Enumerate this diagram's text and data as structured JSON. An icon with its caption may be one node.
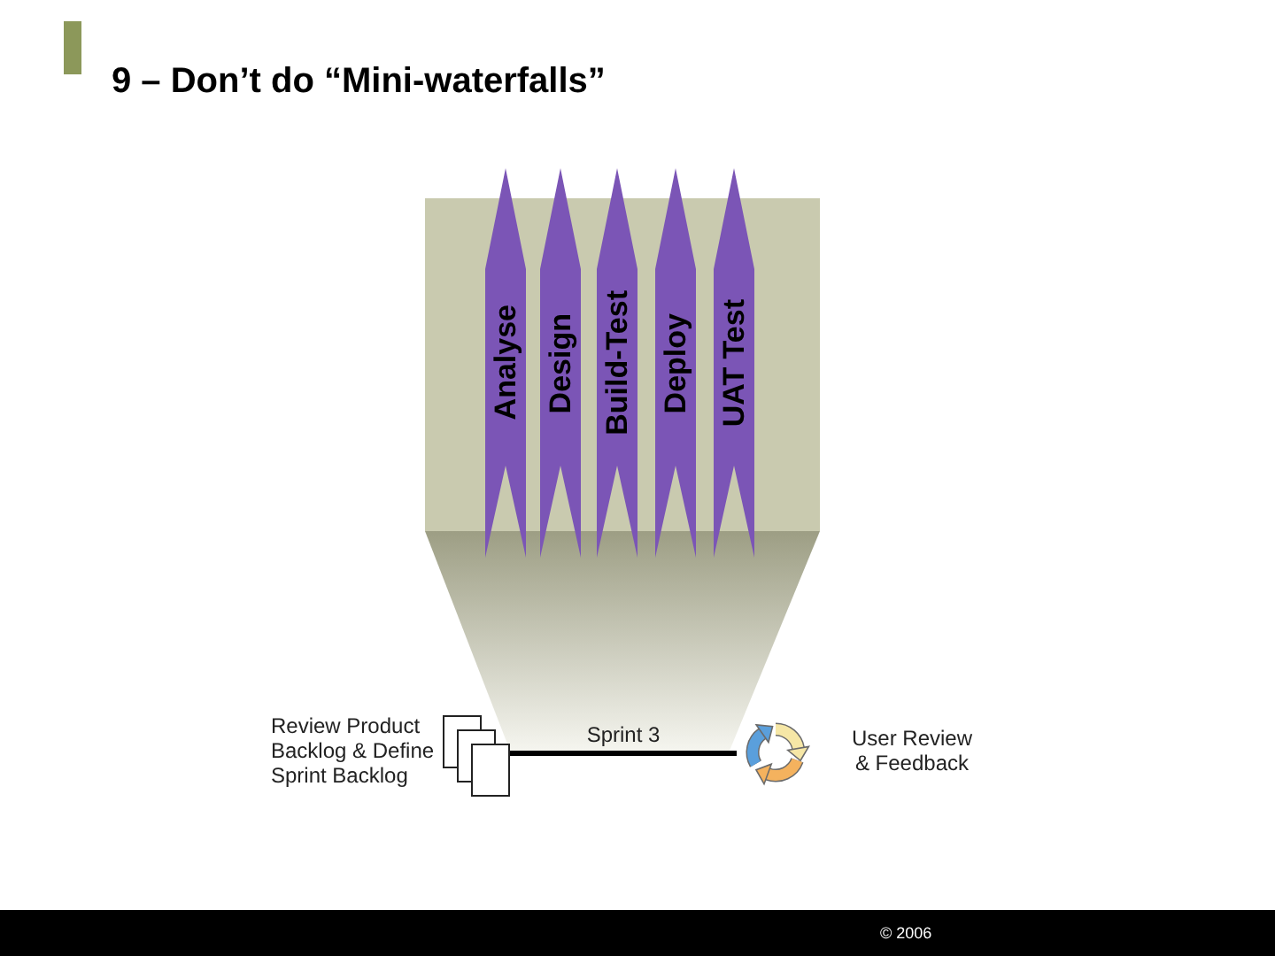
{
  "diagram": {
    "title": "9 – Don’t do “Mini-waterfalls”",
    "nodes": [
      {
        "text": [
          "Analyse"
        ]
      },
      {
        "text": [
          "Design"
        ]
      },
      {
        "text": [
          "Build-Test"
        ]
      },
      {
        "text": [
          "Deploy"
        ]
      },
      {
        "text": [
          "UAT Test"
        ]
      },
      {
        "text": [],
        "shape": "picture",
        "beside": [
          "Review Product Backlog & Define Sprint Backlog"
        ]
      },
      {
        "text": [],
        "shape": "picture",
        "beside": [
          "User Review & Feedback"
        ]
      }
    ],
    "edges": [
      {
        "from": 5,
        "to": 6,
        "arrow": "none",
        "label": "Sprint 3"
      }
    ],
    "labels": [
      "© 2006"
    ]
  }
}
